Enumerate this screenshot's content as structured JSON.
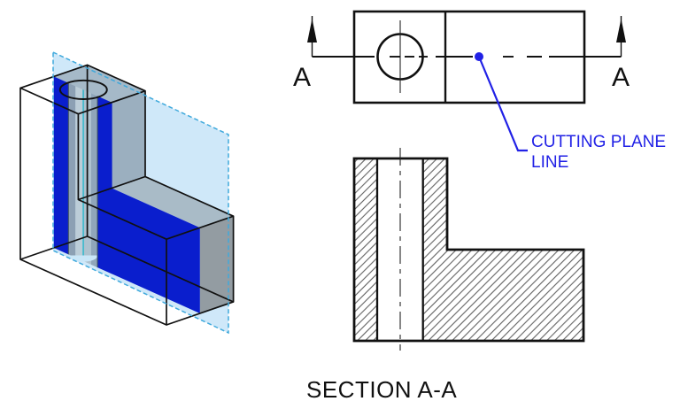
{
  "top_view": {
    "label_left": "A",
    "label_right": "A"
  },
  "section_view": {
    "caption": "SECTION A-A"
  },
  "callout": {
    "line1": "CUTTING PLANE",
    "line2": "LINE"
  },
  "colors": {
    "cut_face_blue": "#0a1ecd",
    "plane_fill": "#cbe6f8",
    "plane_border": "#3fa9dc",
    "callout_blue": "#2121e6",
    "outline_black": "#111111",
    "hatch_gray": "#3f3f3f",
    "shade_top_face": "#a5b9c8",
    "shade_side_face": "#9bafbf",
    "shade_arm_top_face": "#a9bbc7",
    "shade_end_face": "#939ca2",
    "cylinder_base": "#8ca0b4",
    "cylinder_light": "#bccdd8",
    "cylinder_teal": "#2fb4c8"
  }
}
